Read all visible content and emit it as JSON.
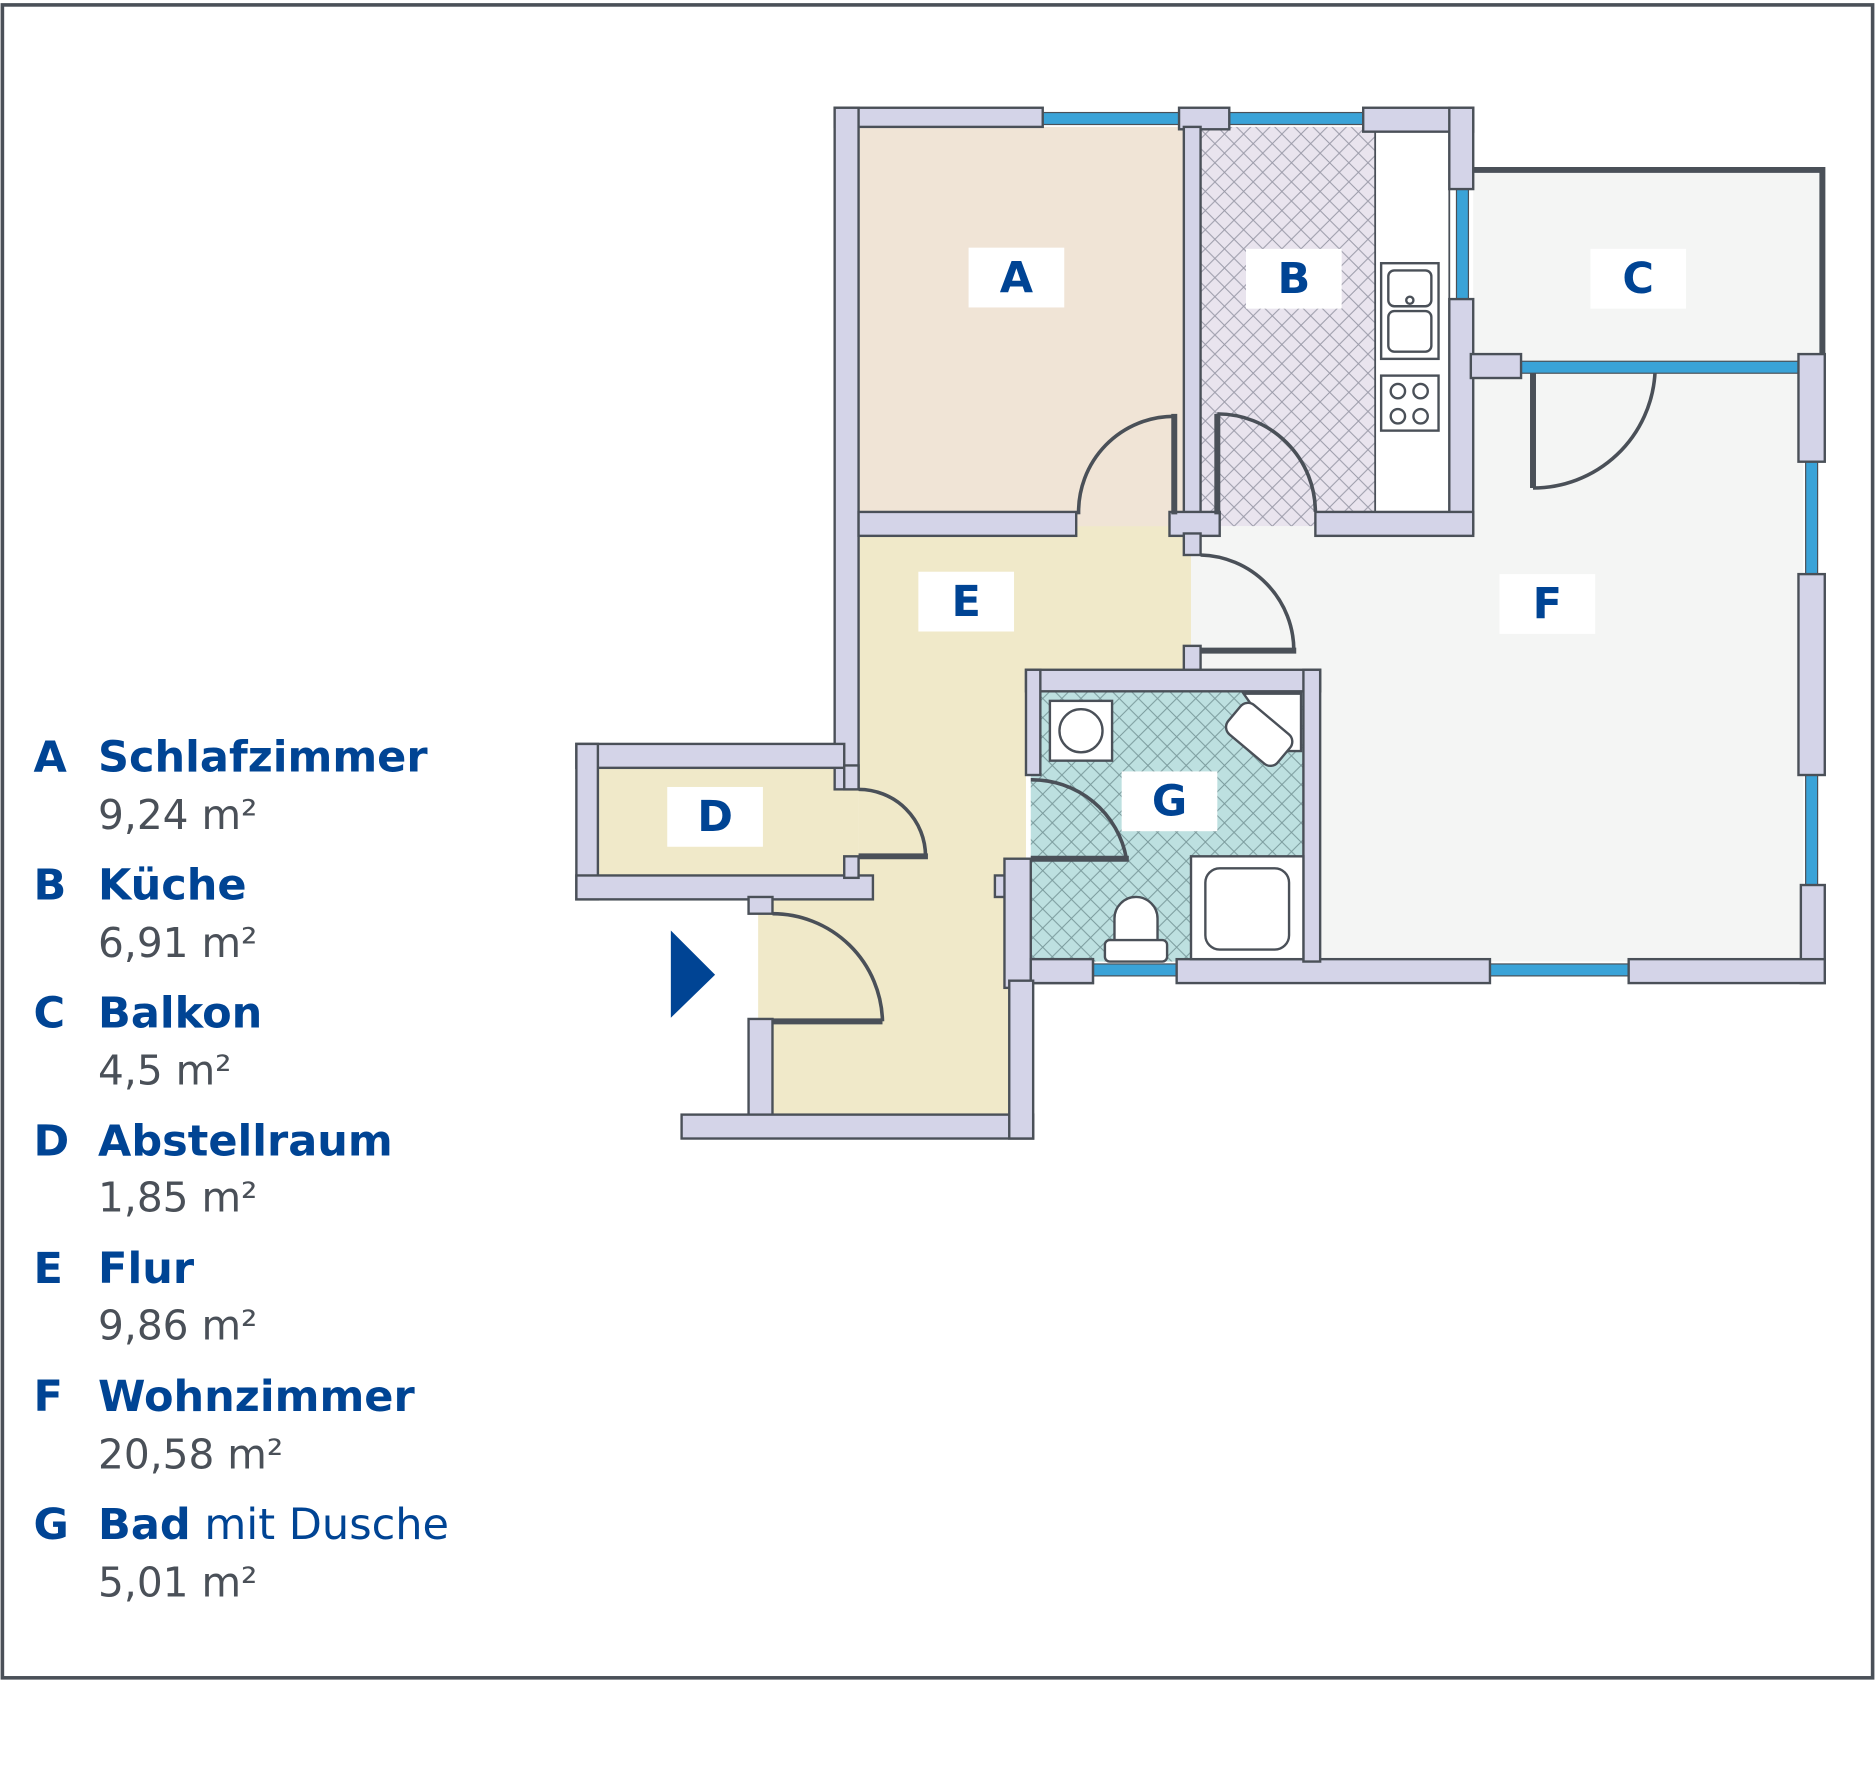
{
  "colors": {
    "accent": "#004494",
    "wall": "#d4d4e8",
    "window": "#3aa3d8",
    "room_a": "#f0e4d6",
    "room_b": "#e9e4ee",
    "room_c_f": "#f4f5f4",
    "room_d_e": "#f0e9c9",
    "room_g": "#bde0e0"
  },
  "plan_labels": {
    "a": "A",
    "b": "B",
    "c": "C",
    "d": "D",
    "e": "E",
    "f": "F",
    "g": "G"
  },
  "entrance_icon": "entrance-arrow-icon",
  "legend": [
    {
      "letter": "A",
      "name": "Schlafzimmer",
      "area": "9,24 m²"
    },
    {
      "letter": "B",
      "name": "Küche",
      "area": "6,91 m²"
    },
    {
      "letter": "C",
      "name": "Balkon",
      "area": "4,5 m²"
    },
    {
      "letter": "D",
      "name": "Abstellraum",
      "area": "1,85 m²"
    },
    {
      "letter": "E",
      "name": "Flur",
      "area": "9,86 m²"
    },
    {
      "letter": "F",
      "name": "Wohnzimmer",
      "area": "20,58 m²"
    },
    {
      "letter": "G",
      "name": "Bad",
      "name_suffix": " mit Dusche",
      "area": "5,01 m²"
    }
  ]
}
